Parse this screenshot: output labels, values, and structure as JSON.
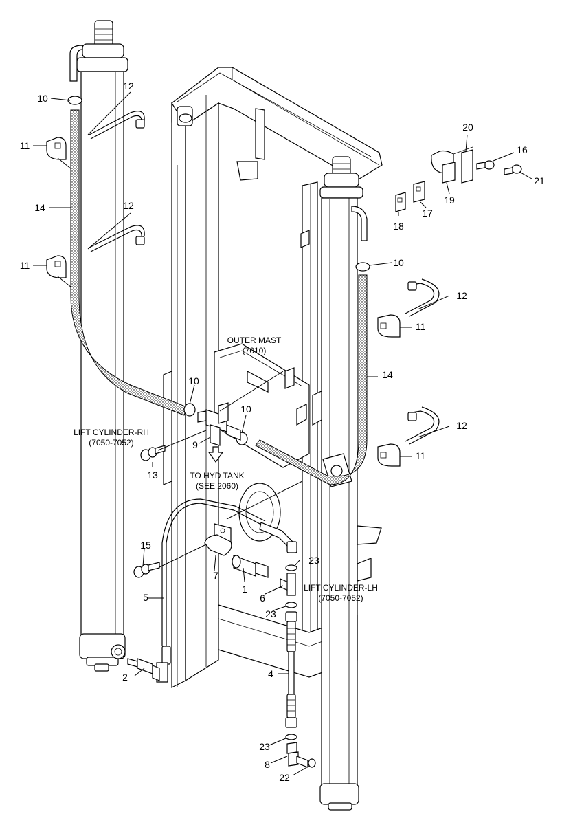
{
  "diagram": {
    "labels": {
      "outer_mast": "OUTER MAST",
      "outer_mast_ref": "(7010)",
      "lift_cyl_rh": "LIFT CYLINDER-RH",
      "lift_cyl_rh_ref": "(7050-7052)",
      "lift_cyl_lh": "LIFT CYLINDER-LH",
      "lift_cyl_lh_ref": "(7050-7052)",
      "to_hyd_tank": "TO HYD TANK",
      "to_hyd_tank_ref": "(SEE 2060)"
    },
    "callouts": [
      {
        "id": "c10a",
        "text": "10"
      },
      {
        "id": "c12a",
        "text": "12"
      },
      {
        "id": "c11a",
        "text": "11"
      },
      {
        "id": "c14a",
        "text": "14"
      },
      {
        "id": "c12b",
        "text": "12"
      },
      {
        "id": "c11b",
        "text": "11"
      },
      {
        "id": "c20",
        "text": "20"
      },
      {
        "id": "c16",
        "text": "16"
      },
      {
        "id": "c21",
        "text": "21"
      },
      {
        "id": "c18",
        "text": "18"
      },
      {
        "id": "c17",
        "text": "17"
      },
      {
        "id": "c19",
        "text": "19"
      },
      {
        "id": "c10b",
        "text": "10"
      },
      {
        "id": "c12c",
        "text": "12"
      },
      {
        "id": "c11c",
        "text": "11"
      },
      {
        "id": "c14b",
        "text": "14"
      },
      {
        "id": "c10c",
        "text": "10"
      },
      {
        "id": "c10d",
        "text": "10"
      },
      {
        "id": "c9",
        "text": "9"
      },
      {
        "id": "c12d",
        "text": "12"
      },
      {
        "id": "c11d",
        "text": "11"
      },
      {
        "id": "c13",
        "text": "13"
      },
      {
        "id": "c15",
        "text": "15"
      },
      {
        "id": "c23a",
        "text": "23"
      },
      {
        "id": "c7",
        "text": "7"
      },
      {
        "id": "c1",
        "text": "1"
      },
      {
        "id": "c5",
        "text": "5"
      },
      {
        "id": "c6",
        "text": "6"
      },
      {
        "id": "c23b",
        "text": "23"
      },
      {
        "id": "c4",
        "text": "4"
      },
      {
        "id": "c2",
        "text": "2"
      },
      {
        "id": "c23c",
        "text": "23"
      },
      {
        "id": "c8",
        "text": "8"
      },
      {
        "id": "c22",
        "text": "22"
      }
    ]
  }
}
